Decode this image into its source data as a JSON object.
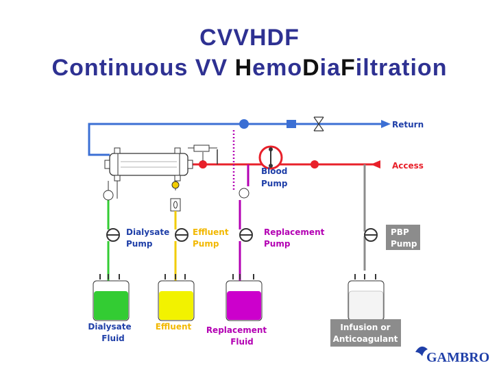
{
  "title": {
    "line1": "CVVHDF",
    "line2_parts": [
      {
        "text": "Continuous VV ",
        "dark": false
      },
      {
        "text": "H",
        "dark": true
      },
      {
        "text": "emo",
        "dark": false
      },
      {
        "text": "D",
        "dark": true
      },
      {
        "text": "ia",
        "dark": false
      },
      {
        "text": "F",
        "dark": true
      },
      {
        "text": "iltration",
        "dark": false
      }
    ]
  },
  "labels": {
    "return": "Return",
    "access": "Access",
    "blood_pump": [
      "Blood",
      "Pump"
    ],
    "dialysate_pump": [
      "Dialysate",
      "Pump"
    ],
    "effluent_pump": [
      "Effluent",
      "Pump"
    ],
    "replacement_pump": [
      "Replacement",
      "Pump"
    ],
    "pbp_pump": [
      "PBP",
      "Pump"
    ],
    "dialysate_fluid": [
      "Dialysate",
      "Fluid"
    ],
    "effluent": "Effluent",
    "replacement_fluid": [
      "Replacement",
      "Fluid"
    ],
    "infusion": [
      "Infusion or",
      "Anticoagulant"
    ]
  },
  "logo": "GAMBRO",
  "colors": {
    "title": "#2e3192",
    "return_line": "#3b6fd4",
    "access_line": "#e8202a",
    "dialysate": "#33cc33",
    "effluent": "#f2cc00",
    "replacement": "#b300b3",
    "pbp": "#8c8c8c",
    "label_blue": "#1f3fa8",
    "label_red": "#e8202a",
    "box_gray": "#8c8c8c"
  }
}
